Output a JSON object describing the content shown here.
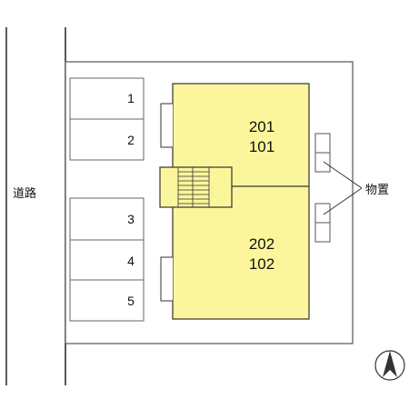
{
  "road": {
    "label": "道路"
  },
  "parking": {
    "spaces": [
      "1",
      "2",
      "3",
      "4",
      "5"
    ]
  },
  "building": {
    "units_top": [
      "201",
      "101"
    ],
    "units_bottom": [
      "202",
      "102"
    ],
    "color": "#fbf69c"
  },
  "storage": {
    "label": "物置"
  },
  "compass": {
    "icon": "north-arrow-icon"
  }
}
